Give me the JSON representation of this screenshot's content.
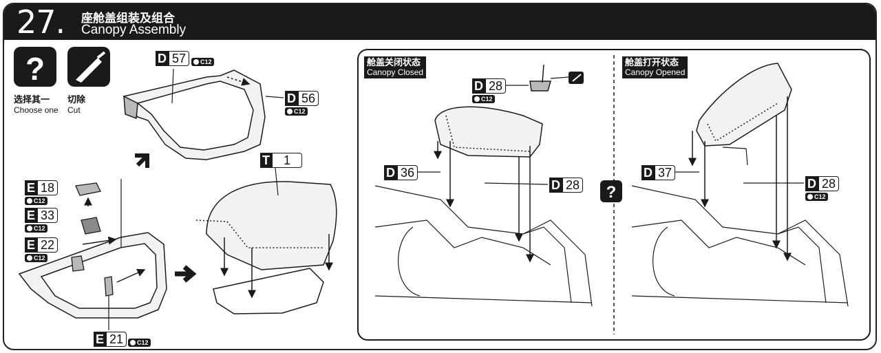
{
  "step": {
    "number": "27.",
    "title_cn": "座舱盖组装及组合",
    "title_en": "Canopy Assembly"
  },
  "legend": [
    {
      "cn": "选择其一",
      "en": "Choose one",
      "icon": "question-mark-icon"
    },
    {
      "cn": "切除",
      "en": "Cut",
      "icon": "knife-icon"
    }
  ],
  "parts": {
    "d57": {
      "letter": "D",
      "number": "57"
    },
    "d56": {
      "letter": "D",
      "number": "56"
    },
    "t1": {
      "letter": "T",
      "number": "1"
    },
    "e18": {
      "letter": "E",
      "number": "18"
    },
    "e33": {
      "letter": "E",
      "number": "33"
    },
    "e22": {
      "letter": "E",
      "number": "22"
    },
    "e21": {
      "letter": "E",
      "number": "21"
    },
    "d28_closed": {
      "letter": "D",
      "number": "28"
    },
    "d36": {
      "letter": "D",
      "number": "36"
    },
    "d28_closed_b": {
      "letter": "D",
      "number": "28"
    },
    "d37": {
      "letter": "D",
      "number": "37"
    },
    "d28_opened": {
      "letter": "D",
      "number": "28"
    }
  },
  "color_code": "C12",
  "states": {
    "closed": {
      "cn": "舱盖关闭状态",
      "en": "Canopy Closed"
    },
    "opened": {
      "cn": "舱盖打开状态",
      "en": "Canopy Opened"
    }
  },
  "colors": {
    "ink": "#1a1a1a",
    "part_fill": "#f2f2f2",
    "part_shade": "#b9b9b9"
  }
}
